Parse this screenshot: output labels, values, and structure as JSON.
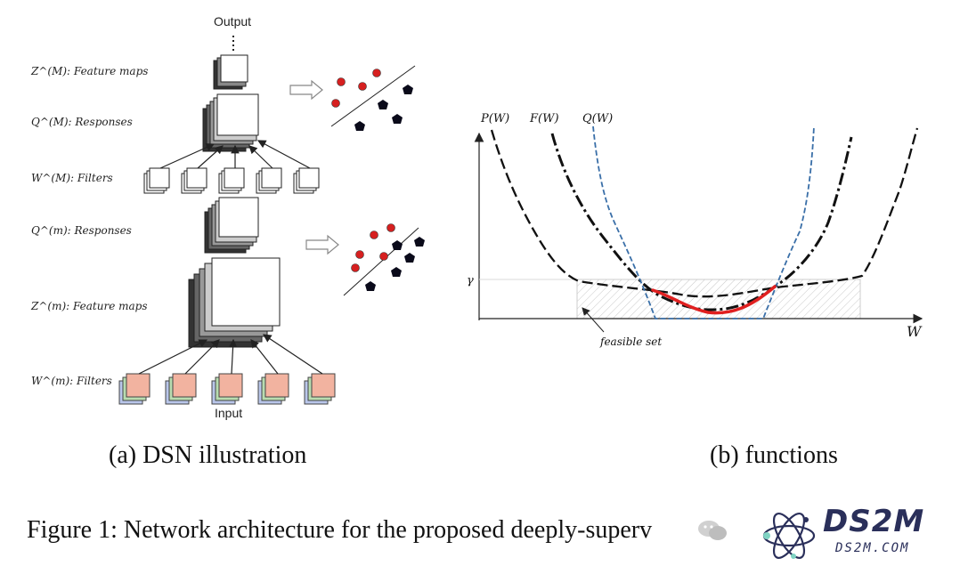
{
  "panel_a": {
    "output_label": "Output",
    "input_label": "Input",
    "z_top_label": "Z^(M): Feature maps",
    "q_top_label": "Q^(M): Responses",
    "w_top_label": "W^(M): Filters",
    "q_mid_label": "Q^(m): Responses",
    "z_mid_label": "Z^(m): Feature maps",
    "w_bot_label": "W^(m): Filters",
    "caption": "(a) DSN illustration"
  },
  "panel_b": {
    "curve_p_label": "P(W)",
    "curve_f_label": "F(W)",
    "curve_q_label": "Q(W)",
    "gamma_label": "γ",
    "feasible_label": "feasible set",
    "x_axis_label": "W",
    "caption": "(b) functions"
  },
  "figure_caption": "Figure 1: Network architecture for the proposed deeply-superv",
  "watermark": {
    "brand": "DS2M",
    "url": "DS2M.COM"
  },
  "colors": {
    "red_point": "#d62020",
    "highlight_curve": "#e02020",
    "blue_dashed": "#3a6fa8",
    "filter_fill": "#f2b3a0"
  }
}
